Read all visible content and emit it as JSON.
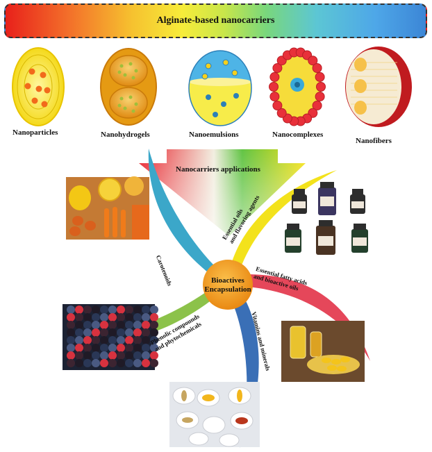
{
  "title": "Alginate-based nanocarriers",
  "carriers": [
    {
      "label": "Nanoparticles"
    },
    {
      "label": "Nanohydrogels"
    },
    {
      "label": "Nanoemulsions"
    },
    {
      "label": "Nanocomplexes"
    },
    {
      "label": "Nanofibers"
    }
  ],
  "applications_label": "Nanocarriers applications",
  "center_label_line1": "Bioactives",
  "center_label_line2": "Encapsulation",
  "petals": {
    "carotenoids": "Carotenoids",
    "essential_oils_line1": "Essential oils",
    "essential_oils_line2": "and flavoring agents",
    "fatty_acids_line1": "Essential fatty acids",
    "fatty_acids_line2": "and bioactive oils",
    "vitamins": "Vitamins and minerals",
    "phenolic_line1": "Phenolic compounds",
    "phenolic_line2": "and phytochemicals"
  },
  "colors": {
    "carotenoids": "#3ba7c9",
    "essential_oils": "#f3e21c",
    "fatty_acids": "#e5475a",
    "vitamins": "#3a6fb6",
    "phenolic": "#8cc24a",
    "center": "#f29a1f"
  }
}
